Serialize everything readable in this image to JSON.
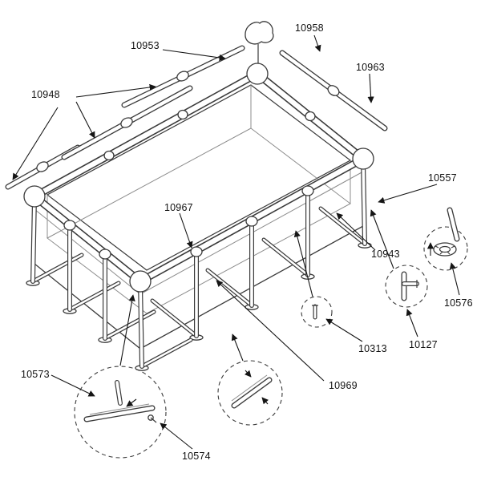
{
  "colors": {
    "ink": "#3a3a3a",
    "background": "#ffffff"
  },
  "parts": [
    {
      "number": "10953"
    },
    {
      "number": "10958"
    },
    {
      "number": "10963"
    },
    {
      "number": "10948"
    },
    {
      "number": "10557"
    },
    {
      "number": "10967"
    },
    {
      "number": "10943"
    },
    {
      "number": "10576"
    },
    {
      "number": "10127"
    },
    {
      "number": "10313"
    },
    {
      "number": "10969"
    },
    {
      "number": "10573"
    },
    {
      "number": "10574"
    }
  ]
}
